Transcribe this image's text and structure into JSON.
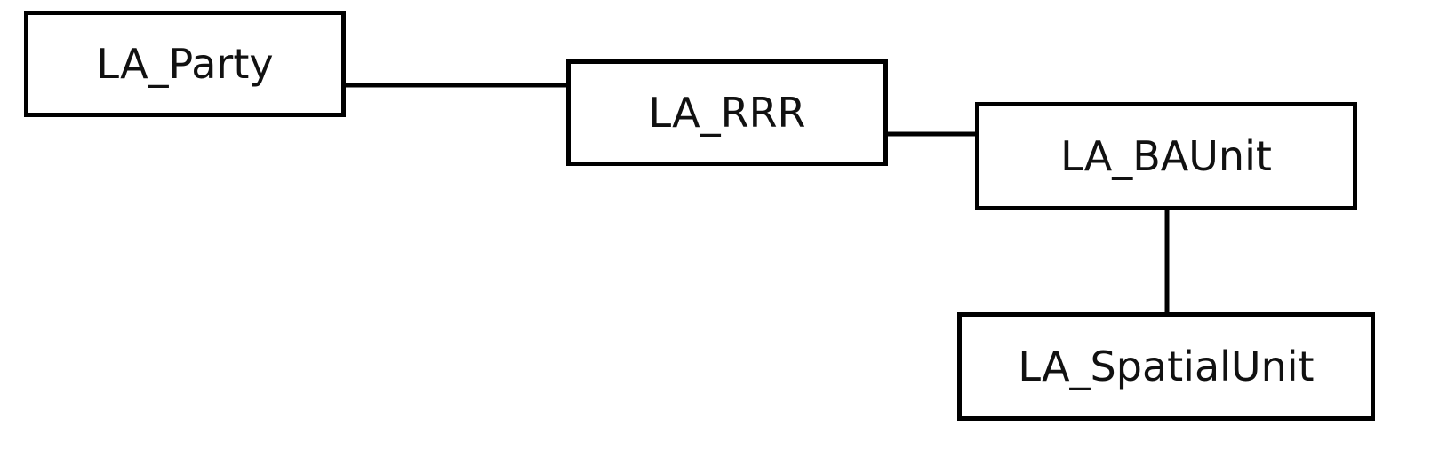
{
  "diagram": {
    "nodes": [
      {
        "id": "party",
        "label": "LA_Party"
      },
      {
        "id": "rrr",
        "label": "LA_RRR"
      },
      {
        "id": "baunit",
        "label": "LA_BAUnit"
      },
      {
        "id": "spatial",
        "label": "LA_SpatialUnit"
      }
    ],
    "edges": [
      {
        "from": "party",
        "to": "rrr"
      },
      {
        "from": "rrr",
        "to": "baunit"
      },
      {
        "from": "baunit",
        "to": "spatial"
      }
    ]
  }
}
